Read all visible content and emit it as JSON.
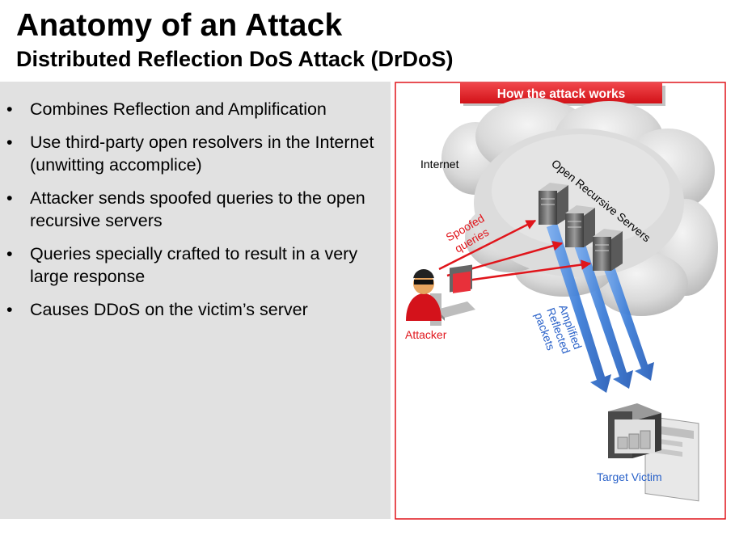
{
  "slide": {
    "title": "Anatomy of an Attack",
    "subtitle": "Distributed Reflection DoS Attack (DrDoS)"
  },
  "bullets": [
    "Combines Reflection and Amplification",
    "Use third-party open resolvers in the Internet (unwitting accomplice)",
    "Attacker sends spoofed queries to the open recursive servers",
    "Queries specially crafted to result in a very large response",
    "Causes DDoS on the victim’s server"
  ],
  "bullet_symbol": "•",
  "diagram": {
    "header": "How the attack works",
    "internet_label": "Internet",
    "servers_label": "Open Recursive Servers",
    "spoofed_label_line1": "Spoofed",
    "spoofed_label_line2": "queries",
    "amplified_label_line1": "Amplified",
    "amplified_label_line2": "Reflected",
    "amplified_label_line3": "packets",
    "attacker_label": "Attacker",
    "victim_label": "Target Victim"
  },
  "colors": {
    "frame_border": "#e0151b",
    "header_bg": "#e41e26",
    "red_text": "#e0151b",
    "blue_text": "#2a62c9",
    "panel_bg": "#e1e1e1"
  }
}
